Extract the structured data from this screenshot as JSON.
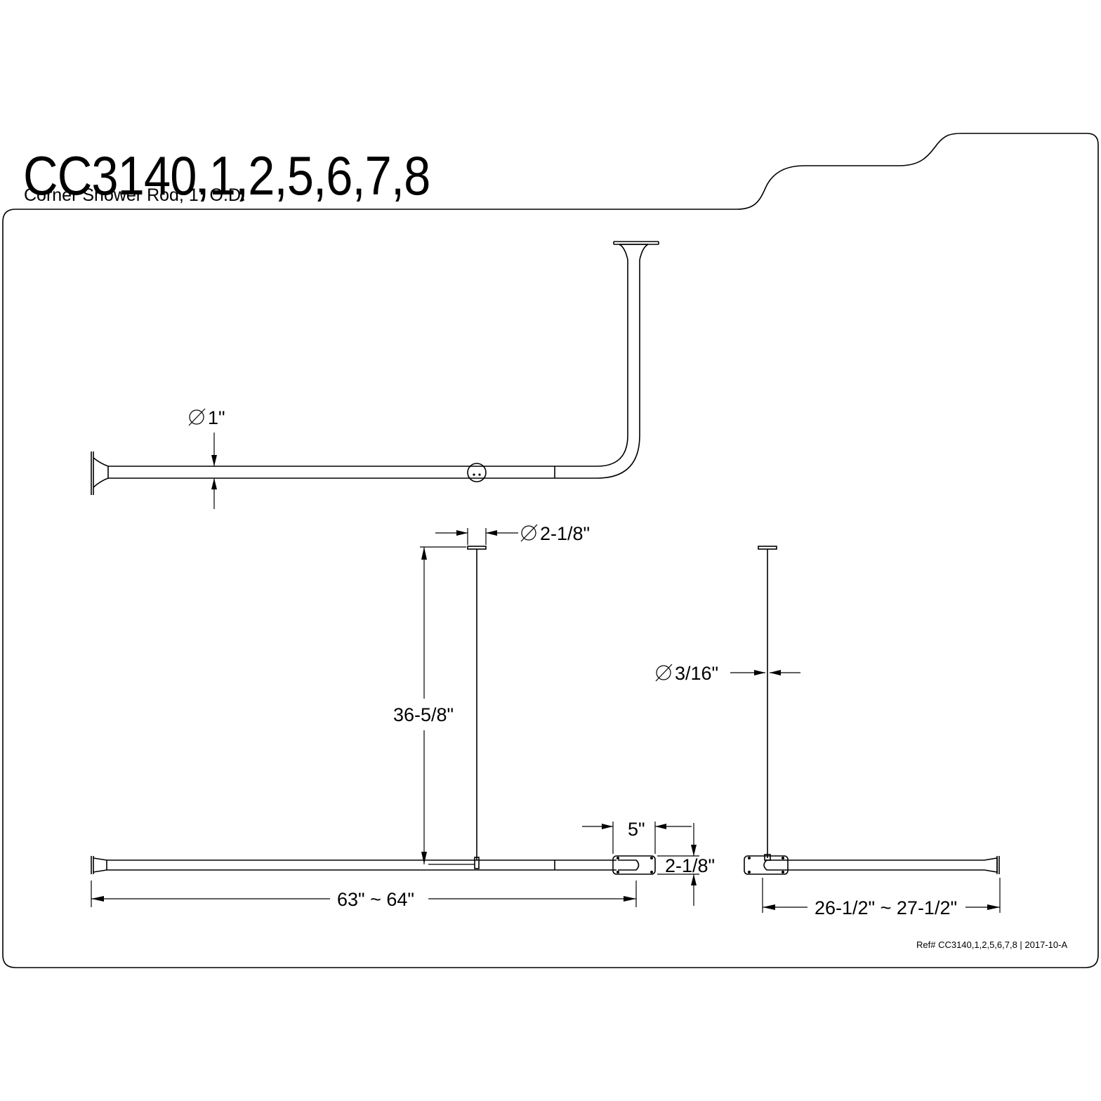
{
  "header": {
    "title": "CC3140,1,2,5,6,7,8",
    "subtitle": "Corner Shower Rod, 1\" O.D."
  },
  "dimensions": {
    "rod_diameter": "1\"",
    "flange_diameter": "2-1/8\"",
    "support_rod_diameter": "3/16\"",
    "support_height": "36-5/8\"",
    "bracket_width": "5\"",
    "bracket_height": "2-1/8\"",
    "long_side_length": "63\" ~ 64\"",
    "short_side_length": "26-1/2\" ~ 27-1/2\""
  },
  "footer": {
    "reference": "Ref# CC3140,1,2,5,6,7,8 | 2017-10-A"
  }
}
